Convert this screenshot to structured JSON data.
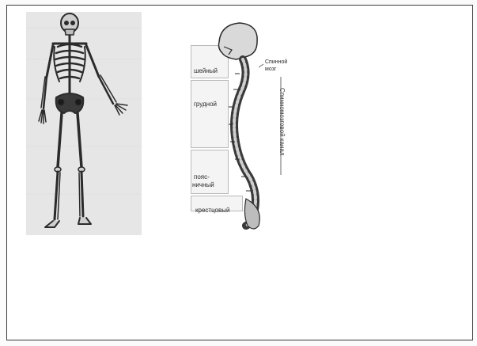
{
  "figure": {
    "segments": {
      "cervical": "шейный",
      "thoracic": "грудной",
      "lumbar_line1": "пояс-",
      "lumbar_line2": "ничный",
      "sacral": "крестцовый"
    },
    "brain_label_line1": "Спинной",
    "brain_label_line2": "мозг",
    "column_label": "Спинномозговой канал"
  }
}
